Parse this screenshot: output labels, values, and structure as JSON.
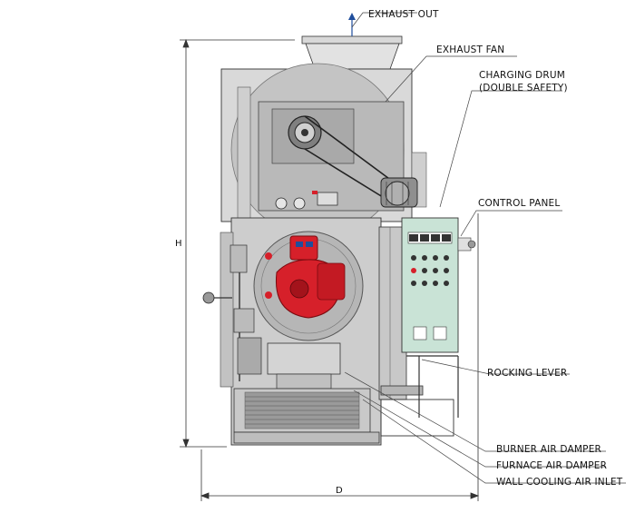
{
  "labels": {
    "exhaust_out": "EXHAUST OUT",
    "exhaust_fan": "EXHAUST FAN",
    "charging_drum_1": "CHARGING DRUM",
    "charging_drum_2": "(DOUBLE SAFETY)",
    "control_panel": "CONTROL PANEL",
    "rocking_lever": "ROCKING LEVER",
    "burner_air_damper": "BURNER AIR DAMPER",
    "furnace_air_damper": "FURNACE AIR DAMPER",
    "wall_cooling_air_inlet": "WALL COOLING AIR INLET"
  },
  "dimensions": {
    "height": "H",
    "depth": "D"
  },
  "colors": {
    "body_gray": "#c9c9c9",
    "dark_gray": "#8e8e8e",
    "burner_red": "#d6202a",
    "panel_green": "#c9e3d6",
    "line": "#2a2a2a",
    "arrow_blue": "#1f4e9c"
  }
}
